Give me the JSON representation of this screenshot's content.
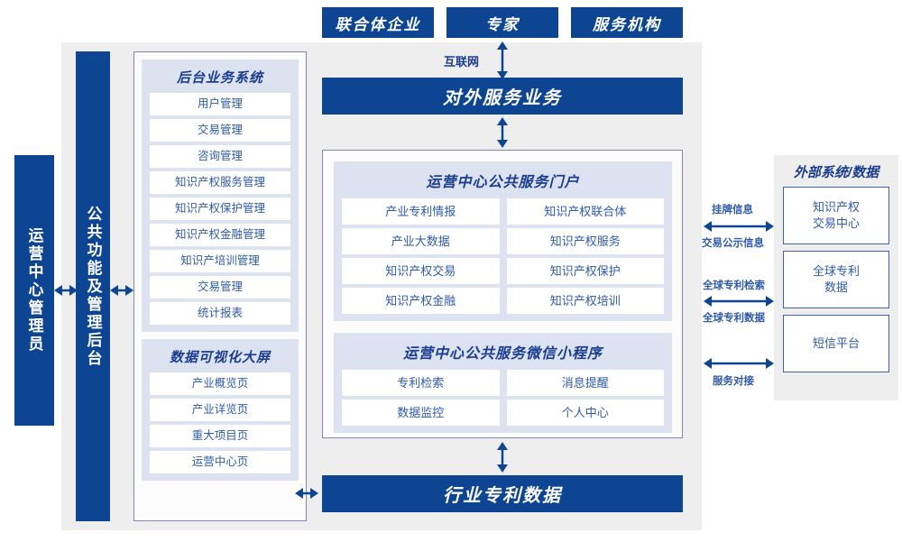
{
  "colors": {
    "navy": "#0d4593",
    "panel_bg": "#dde2f0",
    "frame_bg": "#eeeeee",
    "text_blue": "#2f5aa8",
    "title_blue": "#1a3d8f",
    "border_purple": "#8186b0"
  },
  "top_actors": [
    {
      "label": "联合体企业"
    },
    {
      "label": "专家"
    },
    {
      "label": "服务机构"
    }
  ],
  "internet_label": "互联网",
  "service_bar": {
    "label": "对外服务业务"
  },
  "left_actors": {
    "admin": "运营中心管理员",
    "common": "公共功能及管理后台"
  },
  "module_groups": [
    {
      "title": "后台业务系统",
      "items": [
        "用户管理",
        "交易管理",
        "咨询管理",
        "知识产权服务管理",
        "知识产权保护管理",
        "知识产权金融管理",
        "知识产培训管理",
        "交易管理",
        "统计报表"
      ]
    },
    {
      "title": "数据可视化大屏",
      "items": [
        "产业概览页",
        "产业详览页",
        "重大项目页",
        "运营中心页"
      ]
    }
  ],
  "center_panels": [
    {
      "title": "运营中心公共服务门户",
      "cells": [
        "产业专利情报",
        "知识产权联合体",
        "产业大数据",
        "知识产权服务",
        "知识产权交易",
        "知识产权保护",
        "知识产权金融",
        "知识产权培训"
      ]
    },
    {
      "title": "运营中心公共服务微信小程序",
      "cells": [
        "专利检索",
        "消息提醒",
        "数据监控",
        "个人中心"
      ]
    }
  ],
  "data_bar": {
    "label": "行业专利数据"
  },
  "external": {
    "title": "外部系统/数据",
    "boxes": [
      {
        "line1": "知识产权",
        "line2": "交易中心"
      },
      {
        "line1": "全球专利",
        "line2": "数据"
      },
      {
        "line1": "短信平台",
        "line2": ""
      }
    ],
    "connections": [
      {
        "above": "挂牌信息",
        "below": "交易公示信息"
      },
      {
        "above": "全球专利检索",
        "below": "全球专利数据"
      },
      {
        "above": "",
        "below": "服务对接"
      }
    ]
  }
}
